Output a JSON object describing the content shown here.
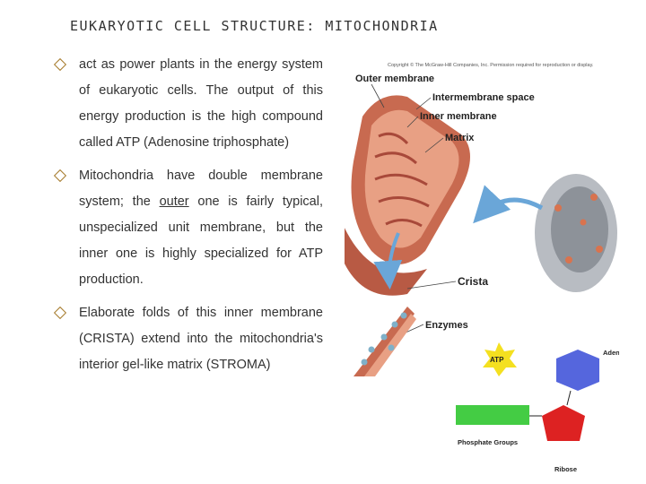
{
  "slide": {
    "title": "EUKARYOTIC CELL STRUCTURE: MITOCHONDRIA",
    "bullets": [
      {
        "text": "act as power plants in the energy system of eukaryotic cells. The output of this energy production is the high compound called ATP (Adenosine triphosphate)"
      },
      {
        "text_before": "Mitochondria have double membrane system; the ",
        "underlined": "outer",
        "text_after": " one is fairly typical, unspecialized unit membrane, but the inner one is highly specialized for ATP production."
      },
      {
        "text": "Elaborate folds of this inner membrane (CRISTA) extend into the mitochondria's interior gel-like matrix (STROMA)"
      }
    ]
  },
  "figure": {
    "copyright": "Copyright © The McGraw-Hill Companies, Inc. Permission required for reproduction or display.",
    "labels": {
      "outer_membrane": "Outer membrane",
      "intermembrane_space": "Intermembrane space",
      "inner_membrane": "Inner membrane",
      "matrix": "Matrix",
      "crista": "Crista",
      "enzymes": "Enzymes"
    },
    "atp": {
      "badge": "ATP",
      "adenine": "Adenine",
      "phosphate_groups": "Phosphate Groups",
      "ribose": "Ribose"
    },
    "colors": {
      "mito_outer": "#c86a50",
      "mito_inner": "#e8a084",
      "arrow": "#6aa6d8",
      "adenine": "#5566dd",
      "ribose": "#dd2222",
      "phosphate": "#44cc44",
      "badge": "#f4e020"
    }
  }
}
